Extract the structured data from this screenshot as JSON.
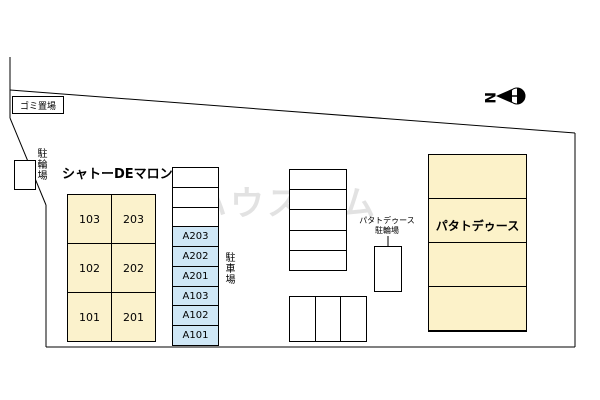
{
  "north": {
    "label": "N"
  },
  "labels": {
    "garbage": "ゴミ置場",
    "bicycle": "駐輪場",
    "parking_lot": "駐車場"
  },
  "chateau": {
    "name": "シャトーDEマロン",
    "rooms": [
      "103",
      "203",
      "102",
      "202",
      "101",
      "201"
    ]
  },
  "parking": {
    "spaces": [
      "A203",
      "A202",
      "A201",
      "A103",
      "A102",
      "A101"
    ]
  },
  "patate": {
    "name": "パタトデゥース",
    "bicycle_label": [
      "パタトデゥース",
      "駐輪場"
    ]
  },
  "watermark": "ハウスコム",
  "colors": {
    "building_fill": "#fbf2cc",
    "parking_fill": "#cfe7f6",
    "line": "#000000"
  }
}
